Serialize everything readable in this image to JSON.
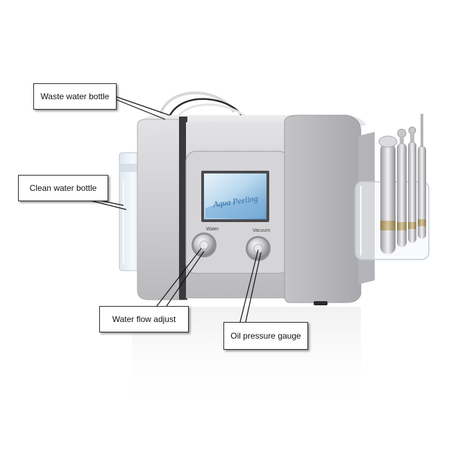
{
  "image": {
    "subject": "Aqua peeling facial machine product photo",
    "background_color": "#ffffff",
    "body_color": "#c9c9cb"
  },
  "screen": {
    "brand_text": "Aqua Peeling"
  },
  "knobs": {
    "water_label": "Water",
    "vacuum_label": "Vacuum"
  },
  "callouts": {
    "waste_water_bottle": "Waste water bottle",
    "clean_water_bottle": "Clean water bottle",
    "water_flow_adjust": "Water flow adjust",
    "oil_pressure_gauge": "Oil pressure gauge"
  }
}
